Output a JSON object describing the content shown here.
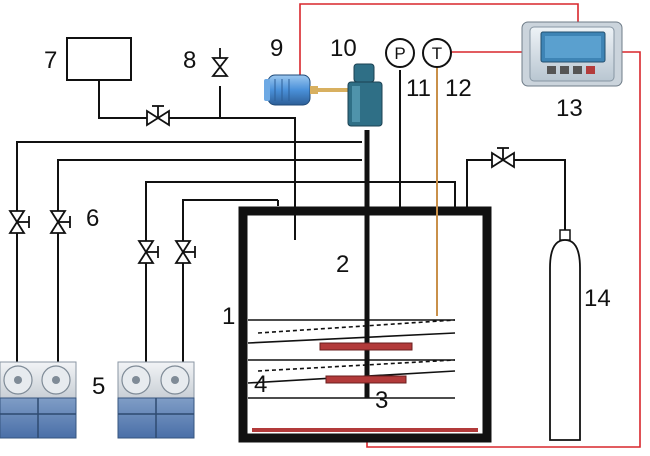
{
  "labels": {
    "vessel": "1",
    "stirrer": "2",
    "heater_lower": "3",
    "coil": "4",
    "chiller": "5",
    "valve_pair": "6",
    "vacuum_box": "7",
    "vent_valve": "8",
    "motor": "9",
    "reducer": "10",
    "pressure": "11",
    "temperature": "12",
    "controller": "13",
    "cylinder": "14"
  },
  "gauges": {
    "pressure_letter": "P",
    "temperature_letter": "T"
  },
  "colors": {
    "line": "#111111",
    "wire": "#d9262c",
    "heater": "#b23a3a",
    "thermo_probe": "#c9904a",
    "motor": "#4a90d9",
    "reducer": "#2f6f86",
    "controller_screen": "#3e84b5"
  },
  "icons": {
    "valve": "gate-valve-icon",
    "chiller_fan": "fan-icon",
    "cylinder": "gas-cylinder-icon"
  }
}
